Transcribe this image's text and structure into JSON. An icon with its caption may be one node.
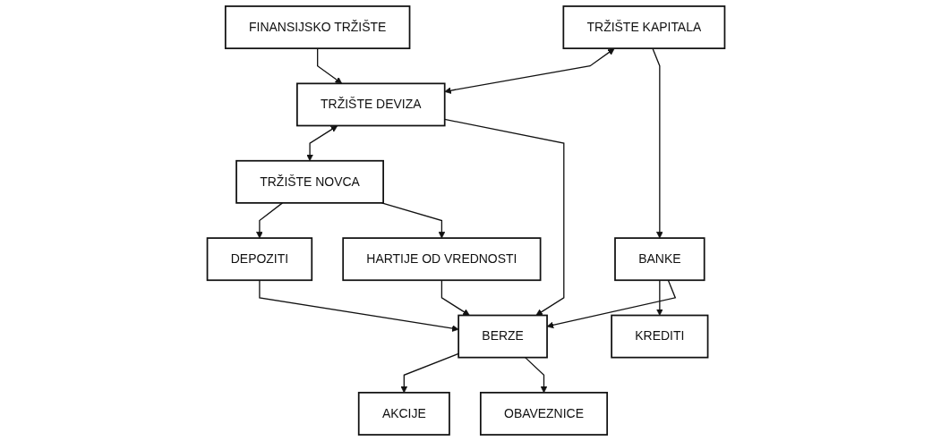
{
  "diagram": {
    "nodes": [
      {
        "text": [
          "FINANSIJSKO TRŽIŠTE"
        ]
      },
      {
        "text": [
          "TRŽIŠTE KAPITALA"
        ]
      },
      {
        "text": [
          "TRŽIŠTE DEVIZA"
        ]
      },
      {
        "text": [
          "TRŽIŠTE NOVCA"
        ]
      },
      {
        "text": [
          "BANKE"
        ]
      },
      {
        "text": [
          "DEPOZITI"
        ]
      },
      {
        "text": [
          "HARTIJE OD VREDNOSTI"
        ]
      },
      {
        "text": [
          "BERZE"
        ]
      },
      {
        "text": [
          "KREDITI"
        ]
      },
      {
        "text": [
          "AKCIJE"
        ]
      },
      {
        "text": [
          "OBAVEZNICE"
        ]
      }
    ],
    "edges": [
      {
        "from": 0,
        "to": 2,
        "arrow": "to"
      },
      {
        "from": 1,
        "to": 2,
        "arrow": "both"
      },
      {
        "from": 2,
        "to": 3,
        "arrow": "both"
      },
      {
        "from": 1,
        "to": 4,
        "arrow": "to"
      },
      {
        "from": 2,
        "to": 7,
        "arrow": "to"
      },
      {
        "from": 3,
        "to": 5,
        "arrow": "to"
      },
      {
        "from": 3,
        "to": 6,
        "arrow": "to"
      },
      {
        "from": 4,
        "to": 8,
        "arrow": "to"
      },
      {
        "from": 4,
        "to": 7,
        "arrow": "to"
      },
      {
        "from": 5,
        "to": 7,
        "arrow": "to"
      },
      {
        "from": 6,
        "to": 7,
        "arrow": "to"
      },
      {
        "from": 7,
        "to": 9,
        "arrow": "to"
      },
      {
        "from": 7,
        "to": 10,
        "arrow": "to"
      }
    ]
  }
}
